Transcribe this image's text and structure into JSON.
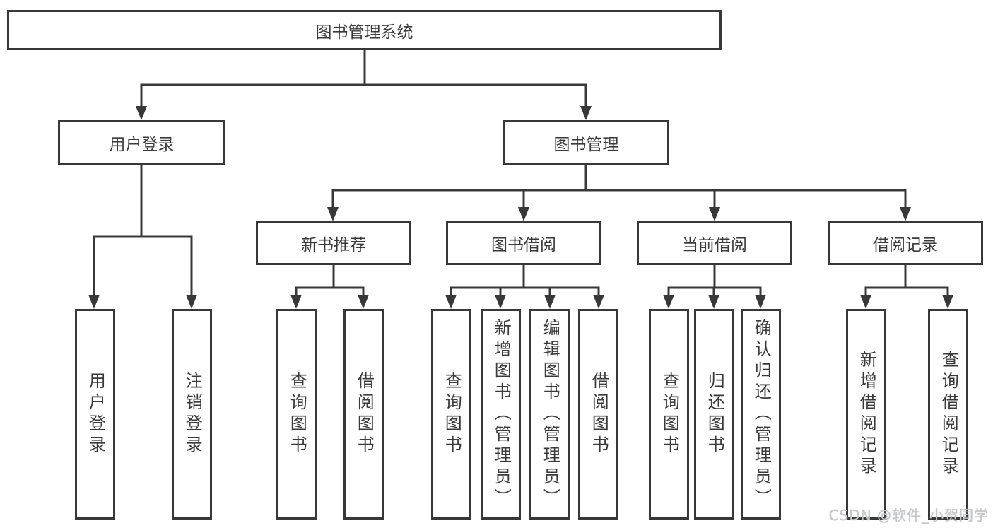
{
  "tree": {
    "root": {
      "label": "图书管理系统"
    },
    "branches": [
      {
        "label": "用户登录",
        "children": [
          {
            "label": "用户登录"
          },
          {
            "label": "注销登录"
          }
        ]
      },
      {
        "label": "图书管理",
        "children": [
          {
            "label": "新书推荐",
            "children": [
              {
                "label": "查询图书"
              },
              {
                "label": "借阅图书"
              }
            ]
          },
          {
            "label": "图书借阅",
            "children": [
              {
                "label": "查询图书"
              },
              {
                "label": "新增图书（管理员）"
              },
              {
                "label": "编辑图书（管理员）"
              },
              {
                "label": "借阅图书"
              }
            ]
          },
          {
            "label": "当前借阅",
            "children": [
              {
                "label": "查询图书"
              },
              {
                "label": "归还图书"
              },
              {
                "label": "确认归还（管理员）"
              }
            ]
          },
          {
            "label": "借阅记录",
            "children": [
              {
                "label": "新增借阅记录"
              },
              {
                "label": "查询借阅记录"
              }
            ]
          }
        ]
      }
    ]
  },
  "watermark": "CSDN @软件_小贺同学",
  "colors": {
    "line": "#383838",
    "text": "#3a3a3a",
    "background": "#ffffff",
    "watermark_gray": "#c6c7c9"
  }
}
